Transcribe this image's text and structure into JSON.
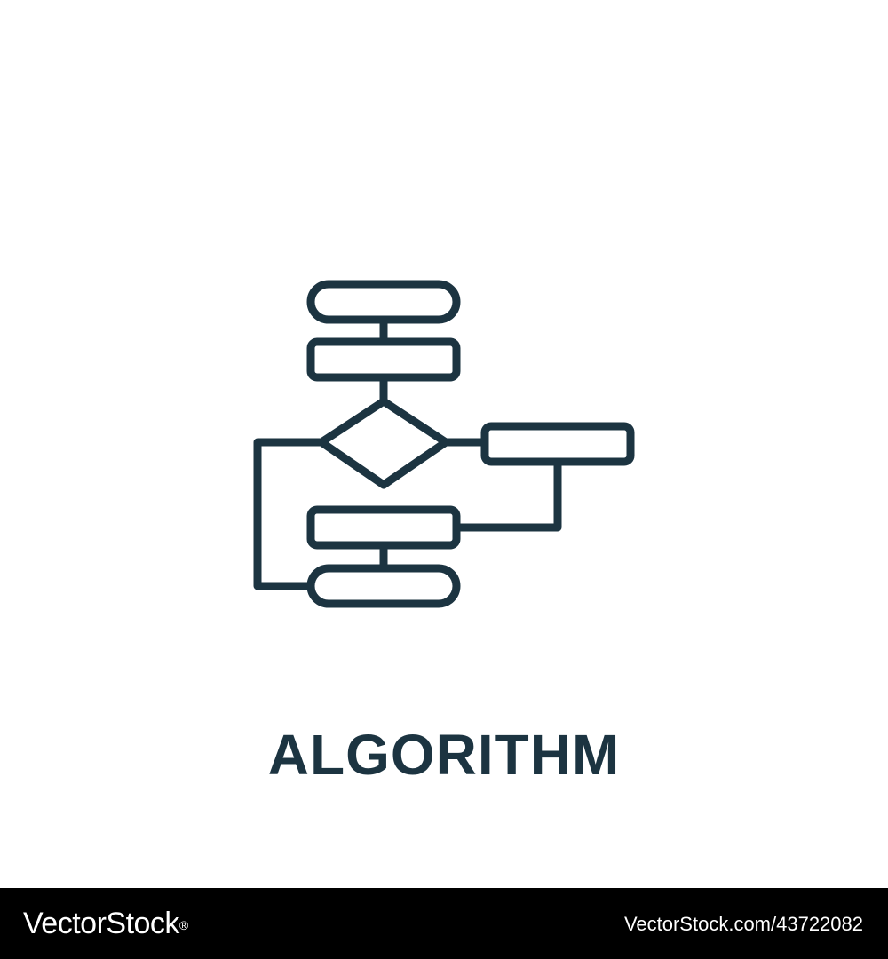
{
  "title": "ALGORITHM",
  "icon": {
    "name": "flowchart-icon",
    "stroke_color": "#1c3441"
  },
  "footer": {
    "brand": "VectorStock",
    "brand_mark": "®",
    "image_ref": "VectorStock.com/43722082"
  },
  "colors": {
    "background": "#ffffff",
    "ink": "#1c3441",
    "footer_bg": "#000000",
    "footer_text": "#ffffff"
  }
}
